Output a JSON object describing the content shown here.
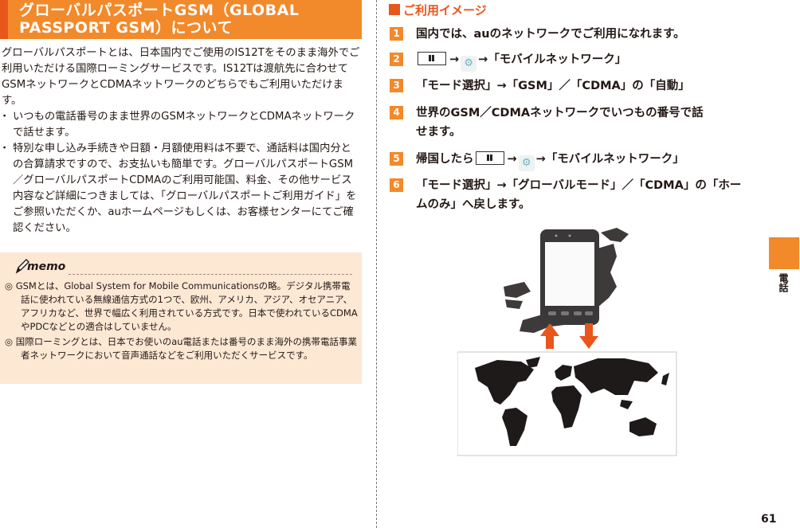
{
  "left": {
    "title_lines": [
      "グローバルパスポートGSM（GLOBAL",
      "PASSPORT GSM）について"
    ],
    "intro": "グローバルパスポートとは、日本国内でご使用のIS12Tをそのまま海外でご利用いただける国際ローミングサービスです。IS12Tは渡航先に合わせてGSMネットワークとCDMAネットワークのどちらでもご利用いただけます。",
    "bullets": [
      "いつもの電話番号のまま世界のGSMネットワークとCDMAネットワークで話せます。",
      "特別な申し込み手続きや日額・月額使用料は不要で、通話料は国内分との合算請求ですので、お支払いも簡単です。グローバルパスポートGSM／グローバルパスポートCDMAのご利用可能国、料金、その他サービス内容など詳細につきましては、「グローバルパスポートご利用ガイド」をご参照いただくか、auホームページもしくは、お客様センターにてご確認ください。"
    ],
    "memo": {
      "label": "memo",
      "notes": [
        "◎ GSMとは、Global System for Mobile Communicationsの略。デジタル携帯電話に使われている無線通信方式の1つで、欧州、アメリカ、アジア、オセアニア、アフリカなど、世界で幅広く利用されている方式です。日本で使われているCDMAやPDCなどとの適合はしていません。",
        "◎ 国際ローミングとは、日本でお使いのau電話または番号のまま海外の携帯電話事業者ネットワークにおいて音声通話などをご利用いただくサービスです。"
      ]
    }
  },
  "right": {
    "section_title": "ご利用イメージ",
    "steps": [
      {
        "num": "1",
        "text": "国内では、auのネットワークでご利用になれます。"
      },
      {
        "num": "2",
        "pre": "",
        "arrow1": "→",
        "arrow2": "→",
        "text": "「モバイルネットワーク」"
      },
      {
        "num": "3",
        "text": "「モード選択」→「GSM」／「CDMA」の「自動」"
      },
      {
        "num": "4",
        "text": "世界のGSM／CDMAネットワークでいつもの番号で話",
        "text2": "せます。"
      },
      {
        "num": "5",
        "pre": "帰国したら",
        "arrow1": "→",
        "arrow2": "→",
        "text": "「モバイルネットワーク」"
      },
      {
        "num": "6",
        "text": "「モード選択」→「グローバルモード」／「CDMA」の「ホー",
        "text2": "ムのみ」へ戻します。"
      }
    ]
  },
  "side_tab": "電話",
  "page_number": "61",
  "colors": {
    "accent": "#f2892a",
    "accent_dark": "#e8561c",
    "memo_bg": "#fde8d4"
  }
}
